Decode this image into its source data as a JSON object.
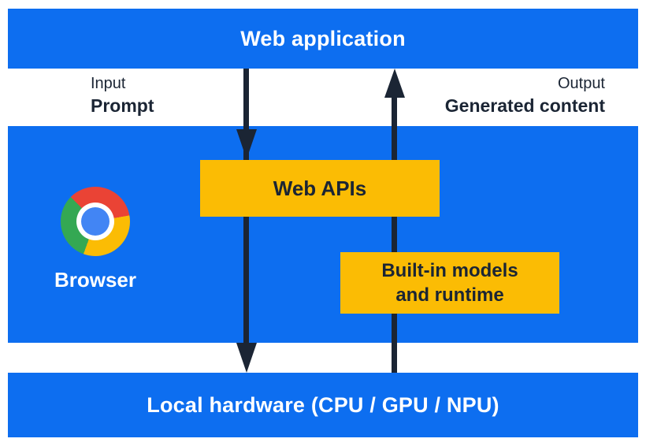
{
  "diagram": {
    "title_bar": {
      "label": "Web application"
    },
    "io_labels": {
      "input_title": "Input",
      "input_value": "Prompt",
      "output_title": "Output",
      "output_value": "Generated content"
    },
    "browser_panel": {
      "label": "Browser"
    },
    "web_apis_box": {
      "label": "Web APIs"
    },
    "builtin_box": {
      "line1": "Built-in models",
      "line2": "and runtime"
    },
    "hardware_bar": {
      "label": "Local hardware (CPU / GPU / NPU)"
    },
    "colors": {
      "panel_blue": "#0d6ef0",
      "box_yellow": "#fbbc04",
      "arrow_dark": "#1b2534",
      "text_dark": "#1b2534",
      "label_white": "#ffffff",
      "chrome_red": "#ea4335",
      "chrome_green": "#34a853",
      "chrome_yellow": "#fbbc04",
      "chrome_blue": "#4285f4"
    }
  }
}
